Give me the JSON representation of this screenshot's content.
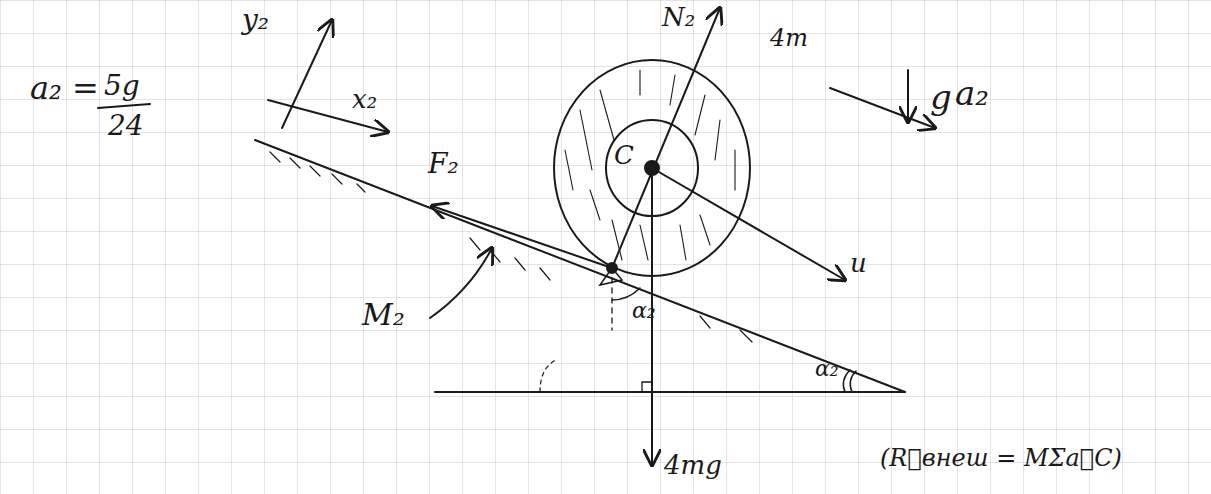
{
  "diagram": {
    "labels": [
      "a₂ =",
      "5g",
      "24",
      "y₂",
      "x₂",
      "N₂",
      "4m",
      "a₂",
      "g",
      "F₂",
      "C",
      "u",
      "M₂",
      "α₂",
      "α₂",
      "4mg",
      "(R⃗внеш = MΣa⃗C)"
    ]
  }
}
